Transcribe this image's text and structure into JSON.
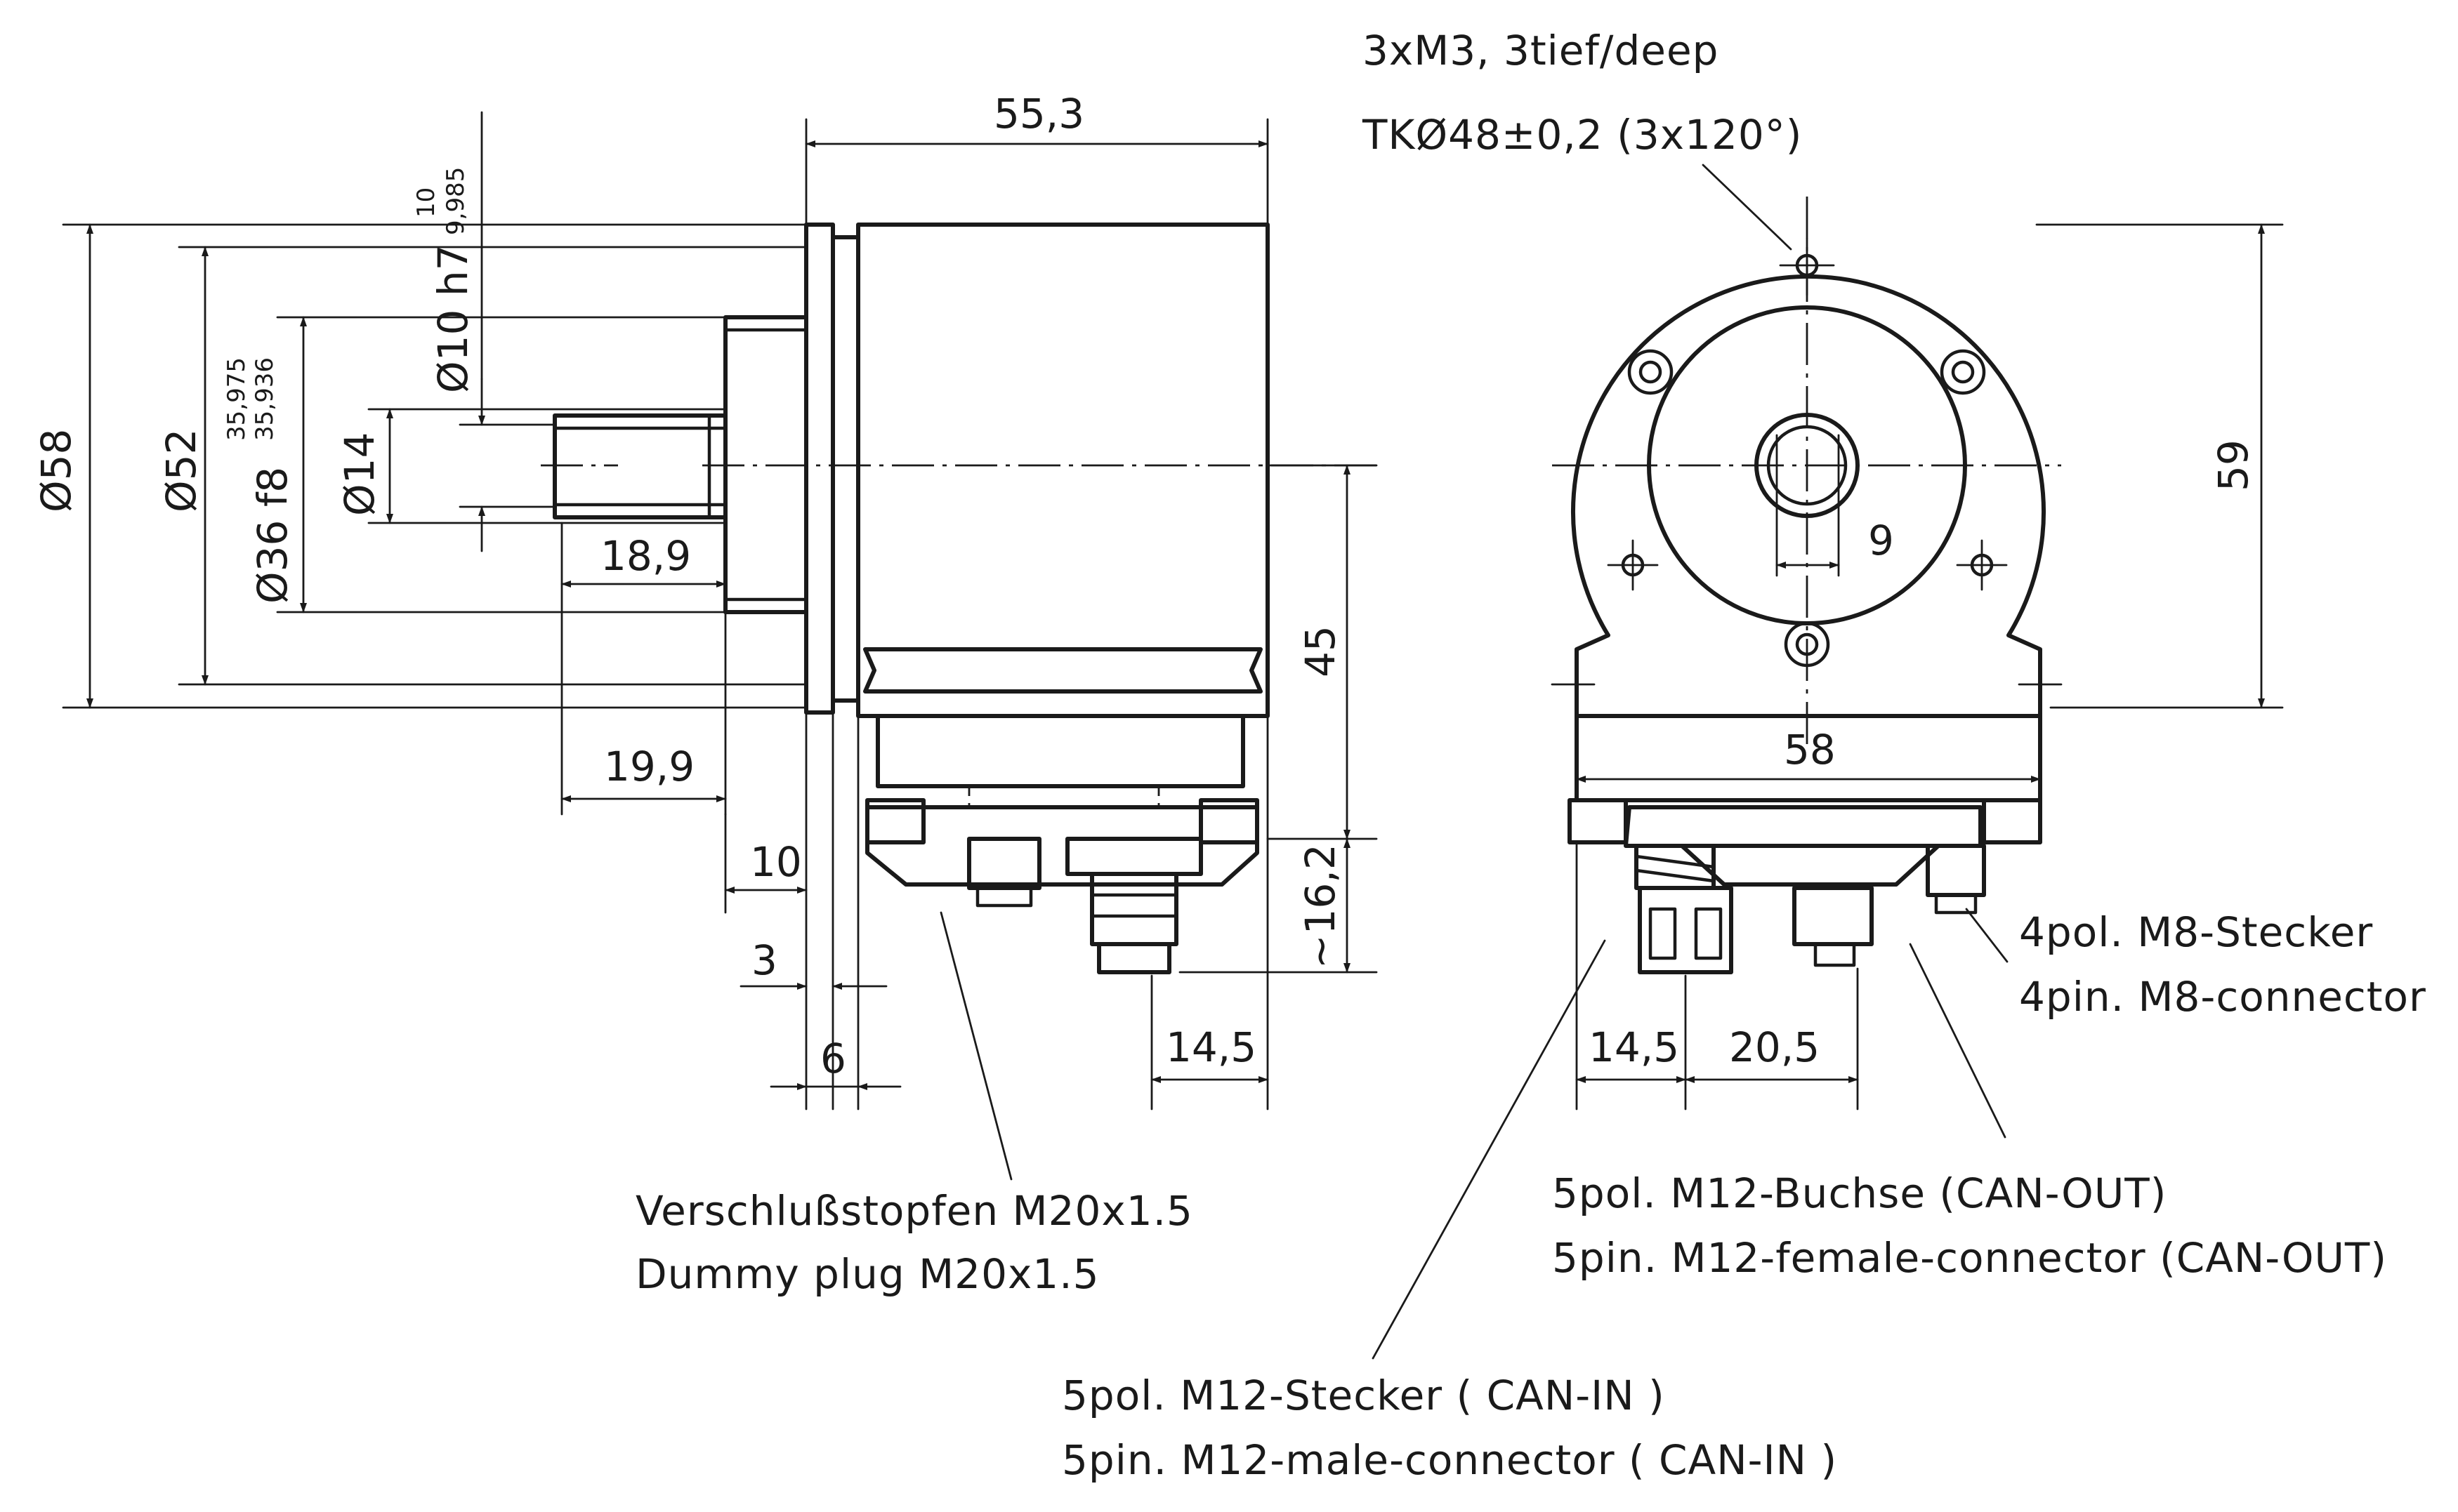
{
  "dimensions": {
    "length_55_3": "55,3",
    "dia_58": "Ø58",
    "dia_52": "Ø52",
    "dia_36": "Ø36 f8",
    "dia_36_upper": "35,975",
    "dia_36_lower": "35,936",
    "dia_10": "Ø10 h7",
    "dia_10_upper": "10",
    "dia_10_lower": "9,985",
    "dia_14": "Ø14",
    "len_18_9": "18,9",
    "len_19_9": "19,9",
    "len_10": "10",
    "len_3": "3",
    "len_6": "6",
    "height_45": "45",
    "height_16_2": "~16,2",
    "width_14_5_side": "14,5",
    "height_59": "59",
    "width_58": "58",
    "flat_9": "9",
    "width_14_5_front": "14,5",
    "width_20_5": "20,5"
  },
  "notes": {
    "holes_line1": "3xM3, 3tief/deep",
    "holes_line2": "TKØ48±0,2  (3x120°)",
    "m8_de": "4pol. M8-Stecker",
    "m8_en": "4pin. M8-connector",
    "dummy_de": "Verschlußstopfen M20x1.5",
    "dummy_en": "Dummy plug M20x1.5",
    "canout_de": "5pol. M12-Buchse (CAN-OUT)",
    "canout_en": "5pin. M12-female-connector (CAN-OUT)",
    "canin_de": "5pol. M12-Stecker ( CAN-IN )",
    "canin_en": "5pin. M12-male-connector ( CAN-IN )"
  }
}
